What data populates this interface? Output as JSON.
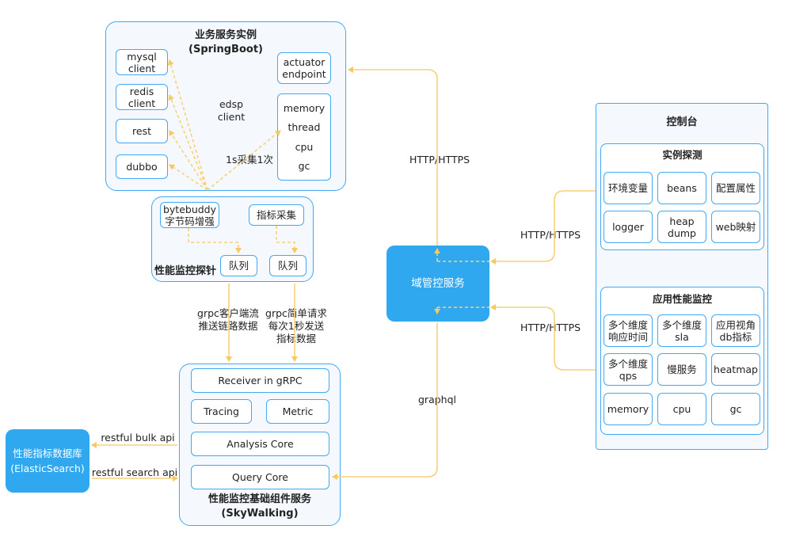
{
  "business": {
    "title": "业务服务实例\n(SpringBoot)",
    "clients": [
      "mysql\nclient",
      "redis\nclient",
      "rest",
      "dubbo"
    ],
    "edsp": "edsp\nclient",
    "actuator": "actuator\nendpoint",
    "metrics": [
      "memory",
      "thread",
      "cpu",
      "gc"
    ],
    "collect_label": "1s采集1次"
  },
  "probe": {
    "title": "性能监控探针",
    "bytebuddy": "bytebuddy\n字节码增强",
    "collect": "指标采集",
    "queue_left": "队列",
    "queue_right": "队列"
  },
  "edge_labels": {
    "grpc_stream": "grpc客户端流\n推送链路数据",
    "grpc_simple": "grpc简单请求\n每次1秒发送\n指标数据",
    "http_business": "HTTP/HTTPS",
    "http_probe": "HTTP/HTTPS",
    "http_apm": "HTTP/HTTPS",
    "graphql": "graphql",
    "restful_bulk": "restful bulk api",
    "restful_search": "restful search api"
  },
  "domain_service": "域管控服务",
  "database": "性能指标数据库\n(ElasticSearch)",
  "skywalking": {
    "title": "性能监控基础组件服务\n(SkyWalking)",
    "receiver": "Receiver in gRPC",
    "tracing": "Tracing",
    "metric": "Metric",
    "analysis": "Analysis Core",
    "query": "Query Core"
  },
  "console": {
    "title": "控制台",
    "probe_section": {
      "title": "实例探测",
      "items": [
        "环境变量",
        "beans",
        "配置属性",
        "logger",
        "heap\ndump",
        "web映射"
      ]
    },
    "apm_section": {
      "title": "应用性能监控",
      "items": [
        "多个维度\n响应时间",
        "多个维度\nsla",
        "应用视角\ndb指标",
        "多个维度\nqps",
        "慢服务",
        "heatmap",
        "memory",
        "cpu",
        "gc"
      ]
    }
  },
  "colors": {
    "border": "#3fa9f5",
    "accent": "#2fa8f0",
    "arrow": "#f7d17a"
  }
}
